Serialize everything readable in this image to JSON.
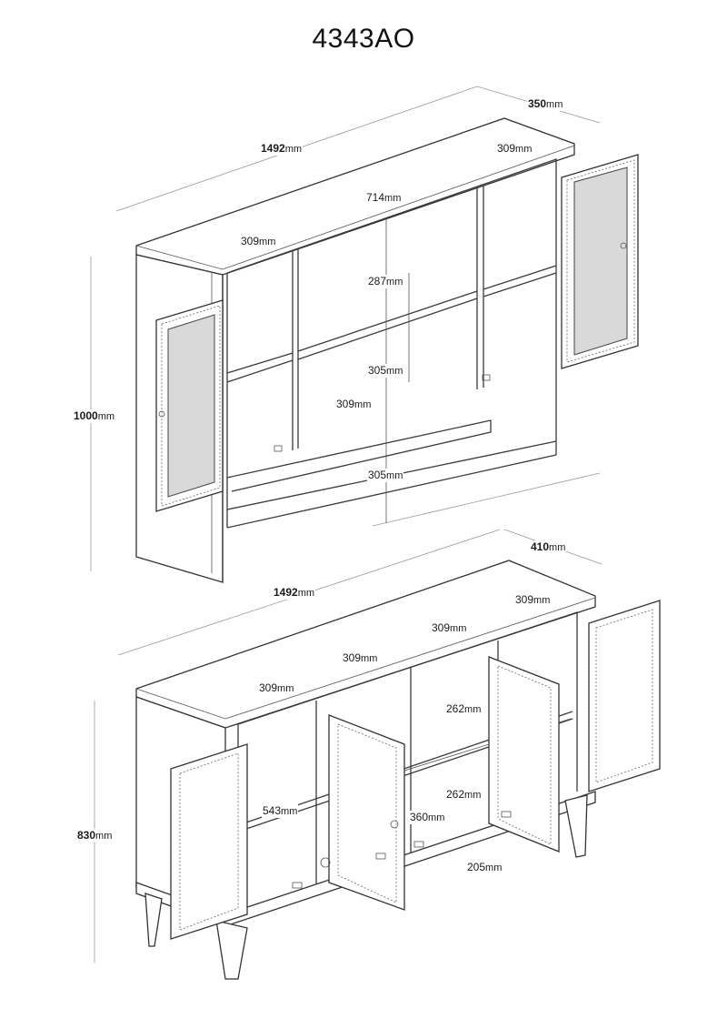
{
  "title": "4343AO",
  "unit": "mm",
  "hutch": {
    "depth": "350",
    "width": "1492",
    "height": "1000",
    "compartment_right": "309",
    "compartment_left": "309",
    "center_width": "714",
    "top_shelf_gap": "287",
    "mid_shelf_gap": "305",
    "side_shelf_gap": "309",
    "bottom_gap": "305"
  },
  "sideboard": {
    "depth": "410",
    "width": "1492",
    "height": "830",
    "comp_1": "309",
    "comp_2": "309",
    "comp_3": "309",
    "comp_4": "309",
    "shelf_gap_upper": "262",
    "shelf_gap_lower": "262",
    "interior_height": "543",
    "interior_depth": "360",
    "leg_height": "205"
  }
}
